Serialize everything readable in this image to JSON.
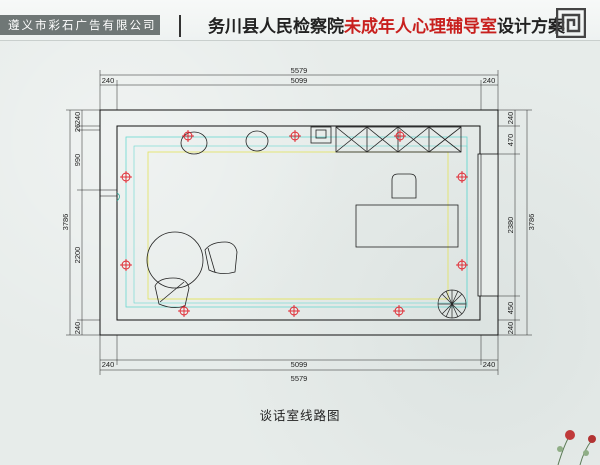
{
  "header": {
    "company": "遵义市彩石广告有限公司",
    "title_prefix": "务川县人民检察院",
    "title_highlight": "未成年人心理辅导室",
    "title_suffix": "设计方案",
    "accent_color": "#c8201e"
  },
  "plan": {
    "dims_top": {
      "total": "5579",
      "left": "240",
      "middle": "5099",
      "right": "240"
    },
    "dims_bottom": {
      "total": "5579",
      "left": "240",
      "middle": "5099",
      "right": "240"
    },
    "dims_left": {
      "total": "3786",
      "a": "240",
      "b": "26",
      "c": "990",
      "d": "2200",
      "e": "240"
    },
    "dims_right": {
      "total": "3786",
      "a": "240",
      "b": "470",
      "c": "2380",
      "d": "450",
      "e": "240"
    },
    "socket_color": "#e0202a",
    "wire_colors": {
      "yellow": "#e3e35a",
      "cyan": "#68d8d0"
    }
  },
  "caption": "谈话室线路图",
  "icons": [
    "fret-logo-icon",
    "socket-icon",
    "plant-icon",
    "flower-decoration-icon"
  ]
}
